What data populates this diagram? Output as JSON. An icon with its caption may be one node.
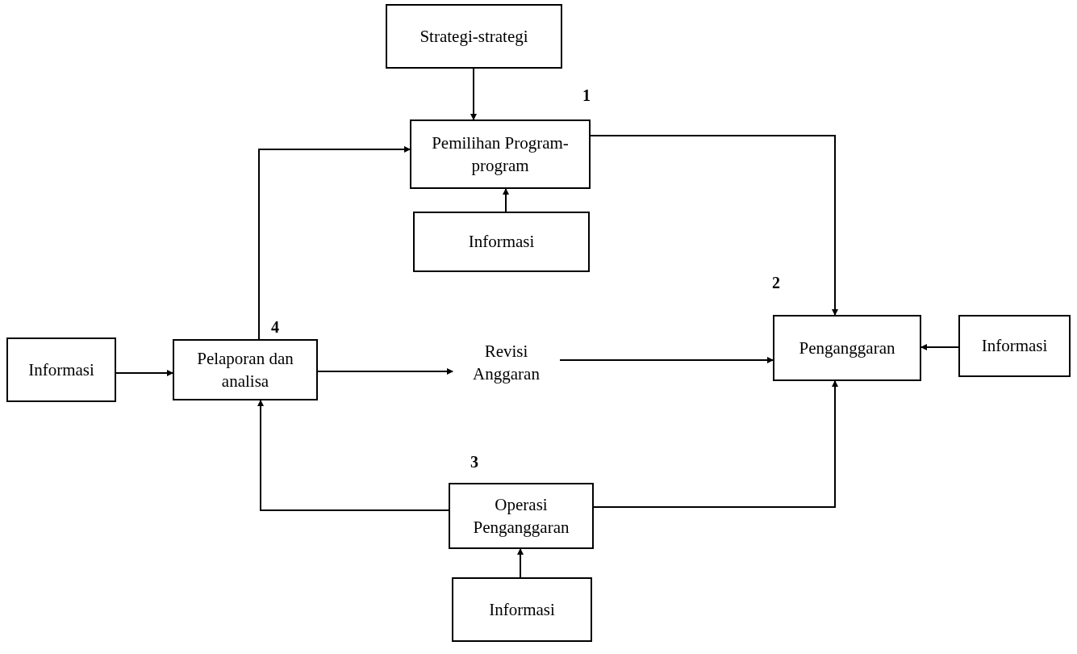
{
  "diagram": {
    "nodes": [
      {
        "text": [
          "Strategi-strategi"
        ]
      },
      {
        "text": [
          "Pemilihan Program-program"
        ]
      },
      {
        "text": [
          "Informasi"
        ]
      },
      {
        "text": [
          "Informasi"
        ]
      },
      {
        "text": [
          "Pelaporan dan analisa"
        ]
      },
      {
        "text": [
          "Revisi Anggaran"
        ]
      },
      {
        "text": [
          "Penganggaran"
        ]
      },
      {
        "text": [
          "Informasi"
        ]
      },
      {
        "text": [
          "Operasi Penganggaran"
        ]
      },
      {
        "text": [
          "Informasi"
        ]
      }
    ],
    "edges": [
      {
        "from": 0,
        "to": 1,
        "arrow": "to"
      },
      {
        "from": 2,
        "to": 1,
        "arrow": "to"
      },
      {
        "from": 4,
        "to": 1,
        "arrow": "to"
      },
      {
        "from": 1,
        "to": 6,
        "arrow": "to"
      },
      {
        "from": 3,
        "to": 4,
        "arrow": "to"
      },
      {
        "from": 4,
        "to": 5,
        "arrow": "to"
      },
      {
        "from": 5,
        "to": 6,
        "arrow": "to"
      },
      {
        "from": 7,
        "to": 6,
        "arrow": "to"
      },
      {
        "from": 8,
        "to": 4,
        "arrow": "to"
      },
      {
        "from": 8,
        "to": 6,
        "arrow": "to"
      },
      {
        "from": 9,
        "to": 8,
        "arrow": "to"
      }
    ],
    "labels": [
      "1",
      "2",
      "3",
      "4"
    ]
  }
}
